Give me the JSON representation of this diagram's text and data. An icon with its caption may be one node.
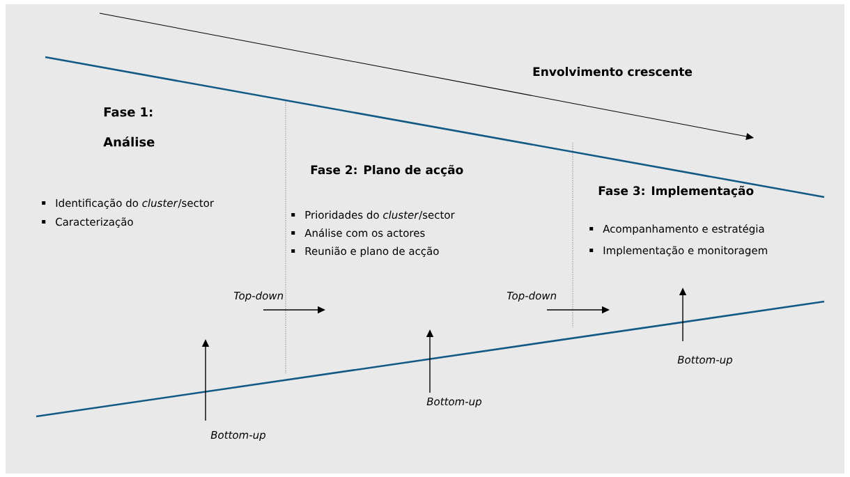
{
  "diagram": {
    "labels": [
      "Envolvimento crescente",
      "Fase 1: Análise",
      "Fase 2: Plano de acção",
      "Fase 3: Implementação",
      "Identificação do *cluster*/sector",
      "Caracterização",
      "Prioridades do *cluster*/sector",
      "Análise com os actores",
      "Reunião e plano de acção",
      "Acompanhamento e estratégia",
      "Implementação e monitoragem",
      "Top-down",
      "Top-down",
      "Bottom-up",
      "Bottom-up",
      "Bottom-up"
    ]
  }
}
